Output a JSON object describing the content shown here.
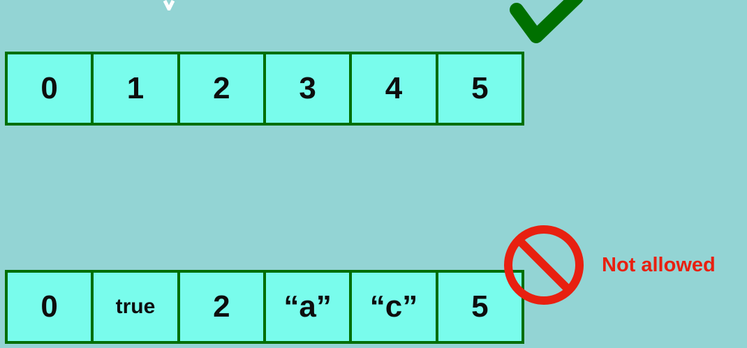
{
  "allowed_array": {
    "cells": [
      "0",
      "1",
      "2",
      "3",
      "4",
      "5"
    ]
  },
  "not_allowed_array": {
    "cells": [
      "0",
      "true",
      "2",
      "“a”",
      "“c”",
      "5"
    ]
  },
  "not_allowed_label": "Not allowed",
  "icons": {
    "allowed": "checkmark-icon",
    "not_allowed": "prohibited-icon"
  },
  "colors": {
    "background": "#93d4d4",
    "cell_fill": "#79fcec",
    "cell_border": "#006e00",
    "check": "#007000",
    "prohibited": "#e82010"
  }
}
